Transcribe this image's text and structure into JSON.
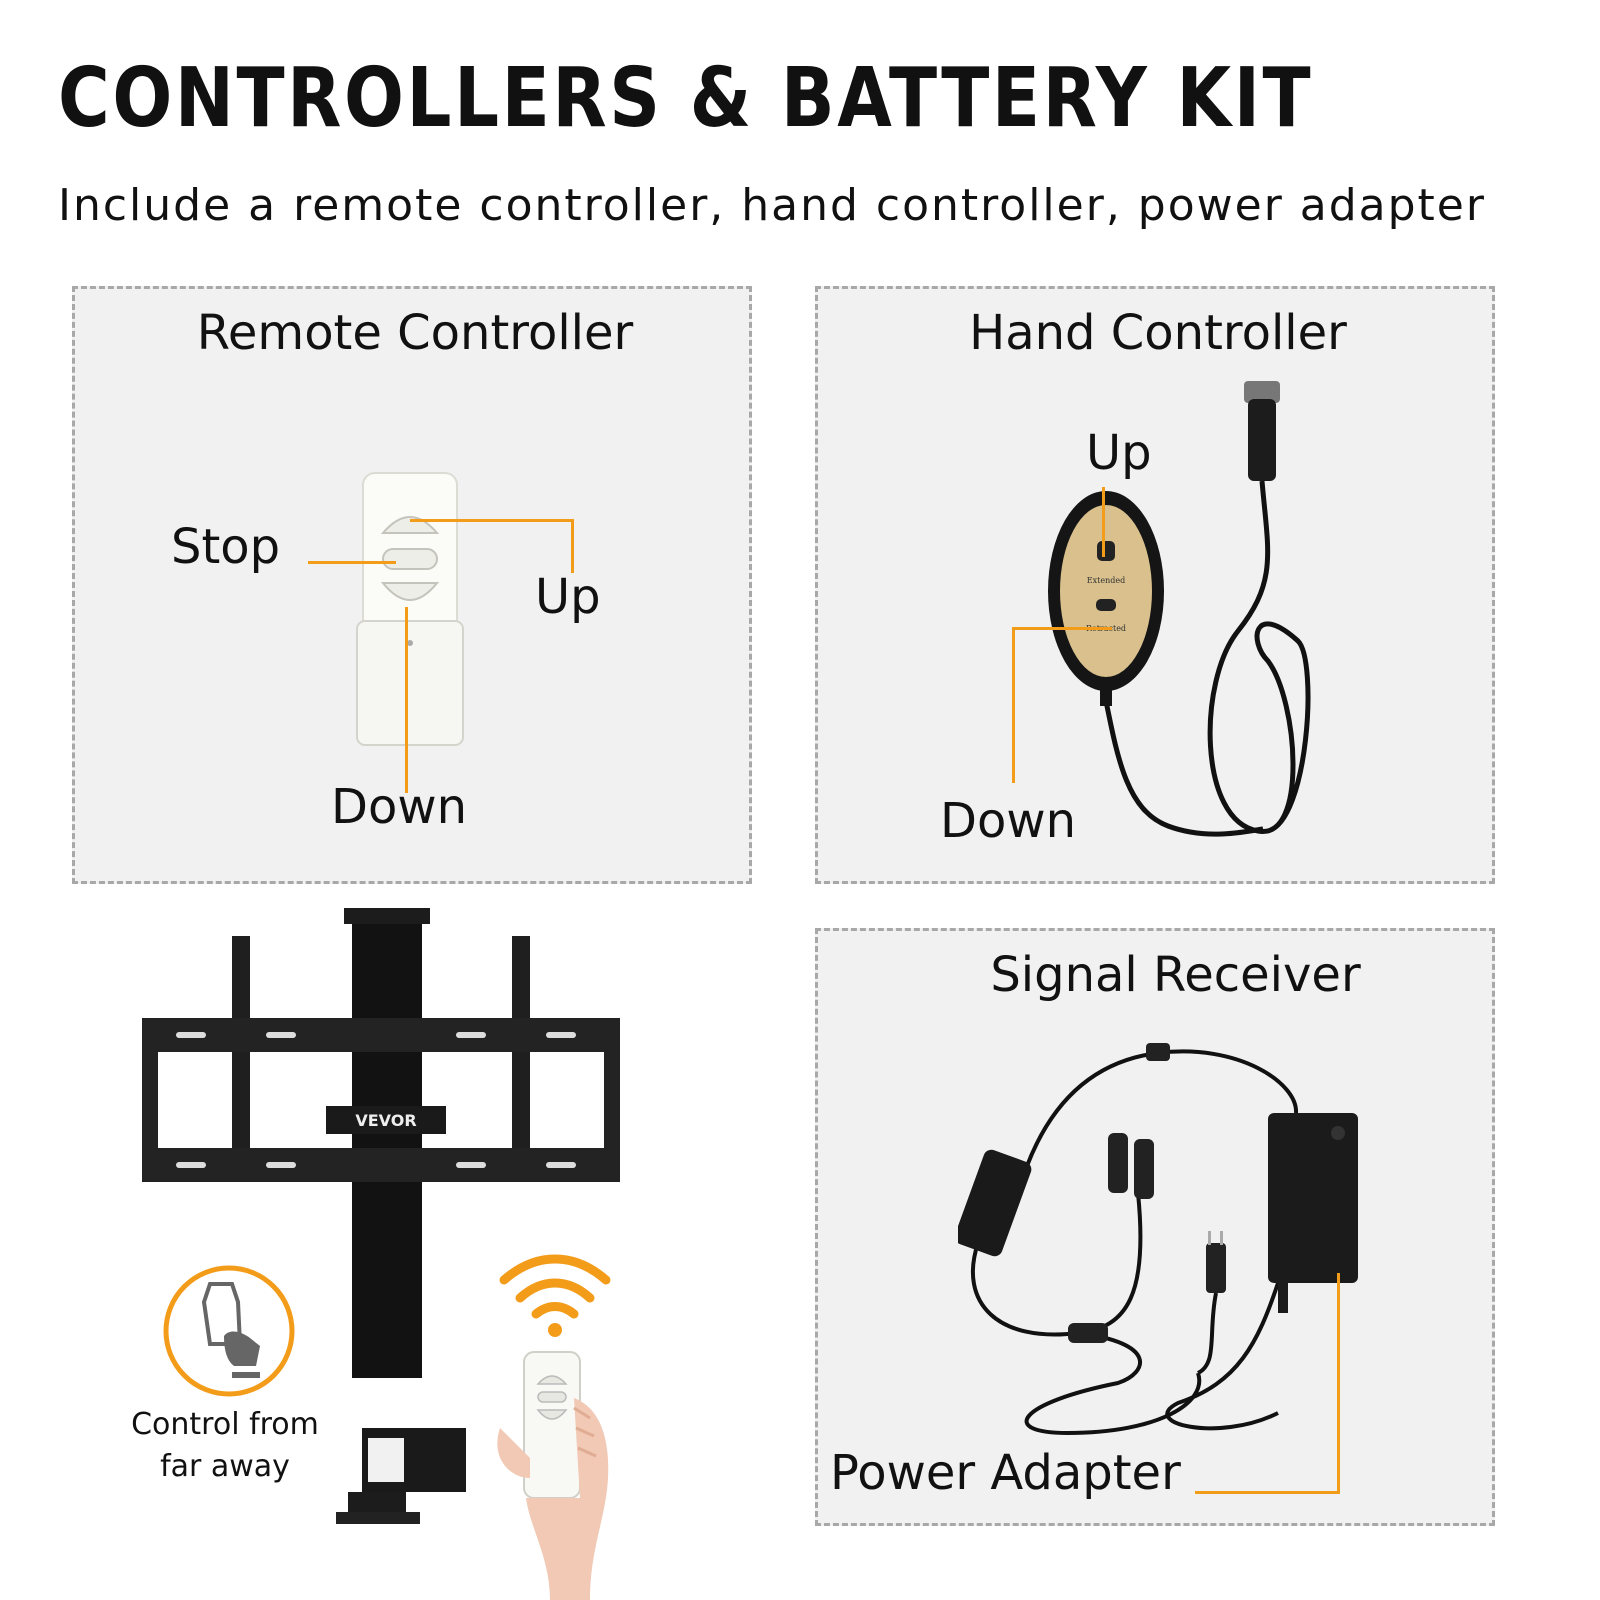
{
  "header": {
    "title": "CONTROLLERS & BATTERY KIT",
    "subtitle": "Include a remote controller, hand controller, power adapter"
  },
  "remote_panel": {
    "title": "Remote Controller",
    "label_stop": "Stop",
    "label_up": "Up",
    "label_down": "Down"
  },
  "hand_panel": {
    "title": "Hand Controller",
    "label_up": "Up",
    "label_down": "Down",
    "button_up_text": "Extended",
    "button_down_text": "Retracted"
  },
  "signal_panel": {
    "title": "Signal Receiver",
    "label_adapter": "Power Adapter"
  },
  "lift": {
    "brand": "VEVOR",
    "caption_line1": "Control from",
    "caption_line2": "far away"
  },
  "colors": {
    "accent": "#f39c1a",
    "panel_bg": "#f1f1f1",
    "panel_border": "#a8a8a8"
  },
  "icons": [
    "remote-hand-icon",
    "wifi-signal-icon"
  ]
}
